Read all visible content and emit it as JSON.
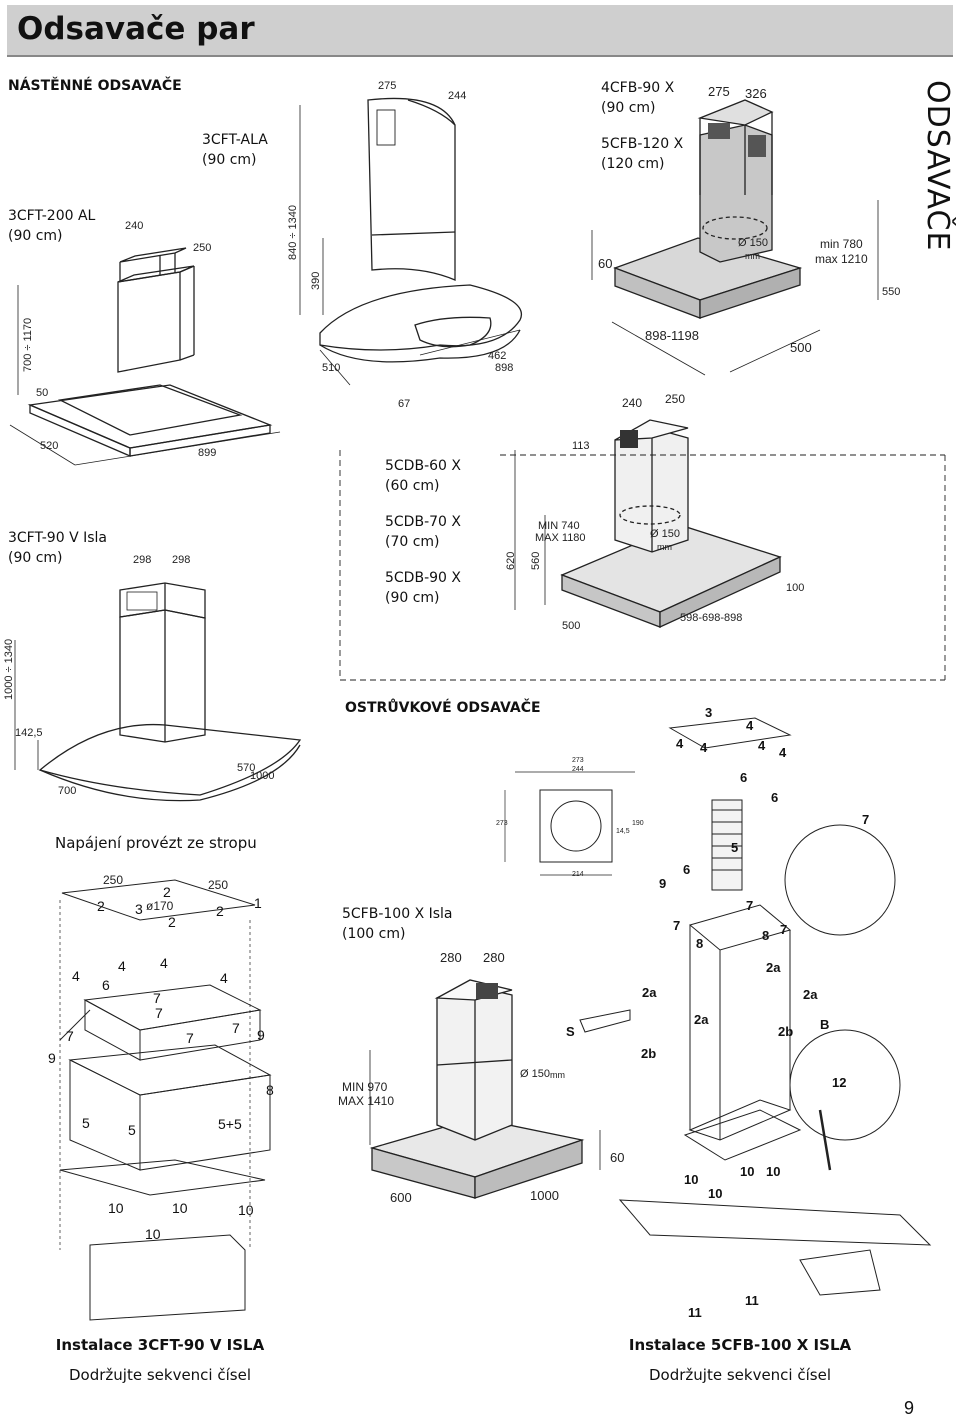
{
  "header": {
    "title": "Odsavače par"
  },
  "sections": {
    "wall": "NÁSTĚNNÉ ODSAVAČE",
    "island": "OSTRŮVKOVÉ ODSAVAČE",
    "side_label": "ODSAVAČE",
    "power_note": "Napájení provézt ze stropu"
  },
  "models": {
    "cft200": [
      "3CFT-200 AL",
      "(90 cm)"
    ],
    "cftala": [
      "3CFT-ALA",
      "(90 cm)"
    ],
    "cfb90": [
      "4CFB-90 X",
      "(90 cm)"
    ],
    "cfb120": [
      "5CFB-120 X",
      "(120 cm)"
    ],
    "cdb60": [
      "5CDB-60 X",
      "(60 cm)"
    ],
    "cdb70": [
      "5CDB-70 X",
      "(70 cm)"
    ],
    "cdb90": [
      "5CDB-90 X",
      "(90 cm)"
    ],
    "cft90v": [
      "3CFT-90 V Isla",
      "(90 cm)"
    ],
    "cfb100": [
      "5CFB-100 X Isla",
      "(100 cm)"
    ]
  },
  "dims": {
    "d240": "240",
    "d250": "250",
    "d520": "520",
    "d899": "899",
    "d700_1170": "700 ÷ 1170",
    "d50": "50",
    "d275": "275",
    "d244": "244",
    "d840_1340": "840 ÷ 1340",
    "d390": "390",
    "d510": "510",
    "d67": "67",
    "d462": "462",
    "d898": "898",
    "d275b": "275",
    "d326": "326",
    "d60": "60",
    "dia150": "Ø 150",
    "mm": "mm",
    "min780": "min 780",
    "max1210": "max 1210",
    "d550": "550",
    "d898_1198": "898-1198",
    "d500": "500",
    "d240b": "240",
    "d250b": "250",
    "d113": "113",
    "d620": "620",
    "d560": "560",
    "min740": "MIN 740",
    "max1180": "MAX 1180",
    "dia150b": "Ø 150",
    "mmb": "mm",
    "d100": "100",
    "d500b": "500",
    "d598": "598-698-898",
    "d298a": "298",
    "d298b": "298",
    "d1000_1340": "1000 ÷ 1340",
    "d142": "142,5",
    "d570": "570",
    "d1000": "1000",
    "d700": "700",
    "d280a": "280",
    "d280b": "280",
    "min970": "MIN 970",
    "max1410": "MAX 1410",
    "dia150c": "Ø 150",
    "mmc": "mm",
    "d60b": "60",
    "d600": "600",
    "d1000b": "1000",
    "p273": "273",
    "p244": "244",
    "p273v": "273",
    "p190": "190",
    "p145": "14,5",
    "p214": "214",
    "t250a": "250",
    "t250b": "250",
    "t170": "ø170"
  },
  "steps_left": [
    "2",
    "2",
    "2",
    "2",
    "3",
    "1",
    "4",
    "4",
    "4",
    "4",
    "6",
    "7",
    "7",
    "7",
    "7",
    "7",
    "9",
    "9",
    "8",
    "5",
    "5",
    "5+5",
    "10",
    "10",
    "10",
    "10"
  ],
  "steps_right": [
    "3",
    "4",
    "4",
    "4",
    "4",
    "4",
    "6",
    "6",
    "7",
    "5",
    "9",
    "6",
    "7",
    "7",
    "8",
    "8",
    "7",
    "2a",
    "2a",
    "2a",
    "2a",
    "2b",
    "2b",
    "S",
    "B",
    "12",
    "10",
    "10",
    "10",
    "10",
    "11",
    "11"
  ],
  "captions": {
    "left_title": "Instalace 3CFT-90 V ISLA",
    "left_sub": "Dodržujte sekvenci čísel",
    "right_title": "Instalace 5CFB-100 X ISLA",
    "right_sub": "Dodržujte sekvenci čísel"
  },
  "page_number": "9"
}
